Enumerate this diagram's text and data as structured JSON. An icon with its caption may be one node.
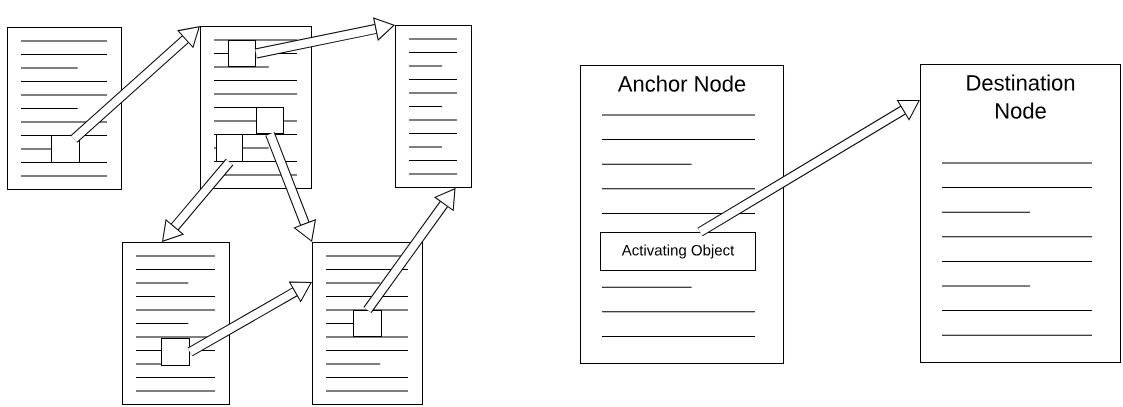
{
  "diagram": {
    "nodes": [
      {
        "text": [],
        "shape": "box"
      },
      {
        "text": [],
        "shape": "box",
        "in": 0
      },
      {
        "text": [],
        "shape": "box"
      },
      {
        "text": [],
        "shape": "box",
        "in": 2
      },
      {
        "text": [],
        "shape": "box",
        "in": 2
      },
      {
        "text": [],
        "shape": "box",
        "in": 2
      },
      {
        "text": [],
        "shape": "box"
      },
      {
        "text": [],
        "shape": "box"
      },
      {
        "text": [],
        "shape": "box",
        "in": 7
      },
      {
        "text": [],
        "shape": "box"
      },
      {
        "text": [],
        "shape": "box",
        "in": 9
      },
      {
        "text": [
          "Anchor Node"
        ]
      },
      {
        "text": [
          "Activating Object"
        ],
        "in": 11
      },
      {
        "text": [
          "Destination Node"
        ]
      }
    ],
    "edges": [
      {
        "from": 1,
        "to": 2,
        "arrow": "to"
      },
      {
        "from": 3,
        "to": 6,
        "arrow": "to"
      },
      {
        "from": 5,
        "to": 7,
        "arrow": "to"
      },
      {
        "from": 4,
        "to": 9,
        "arrow": "to"
      },
      {
        "from": 8,
        "to": 9,
        "arrow": "to"
      },
      {
        "from": 10,
        "to": 6,
        "arrow": "to"
      },
      {
        "from": 12,
        "to": 13,
        "arrow": "to"
      }
    ]
  }
}
